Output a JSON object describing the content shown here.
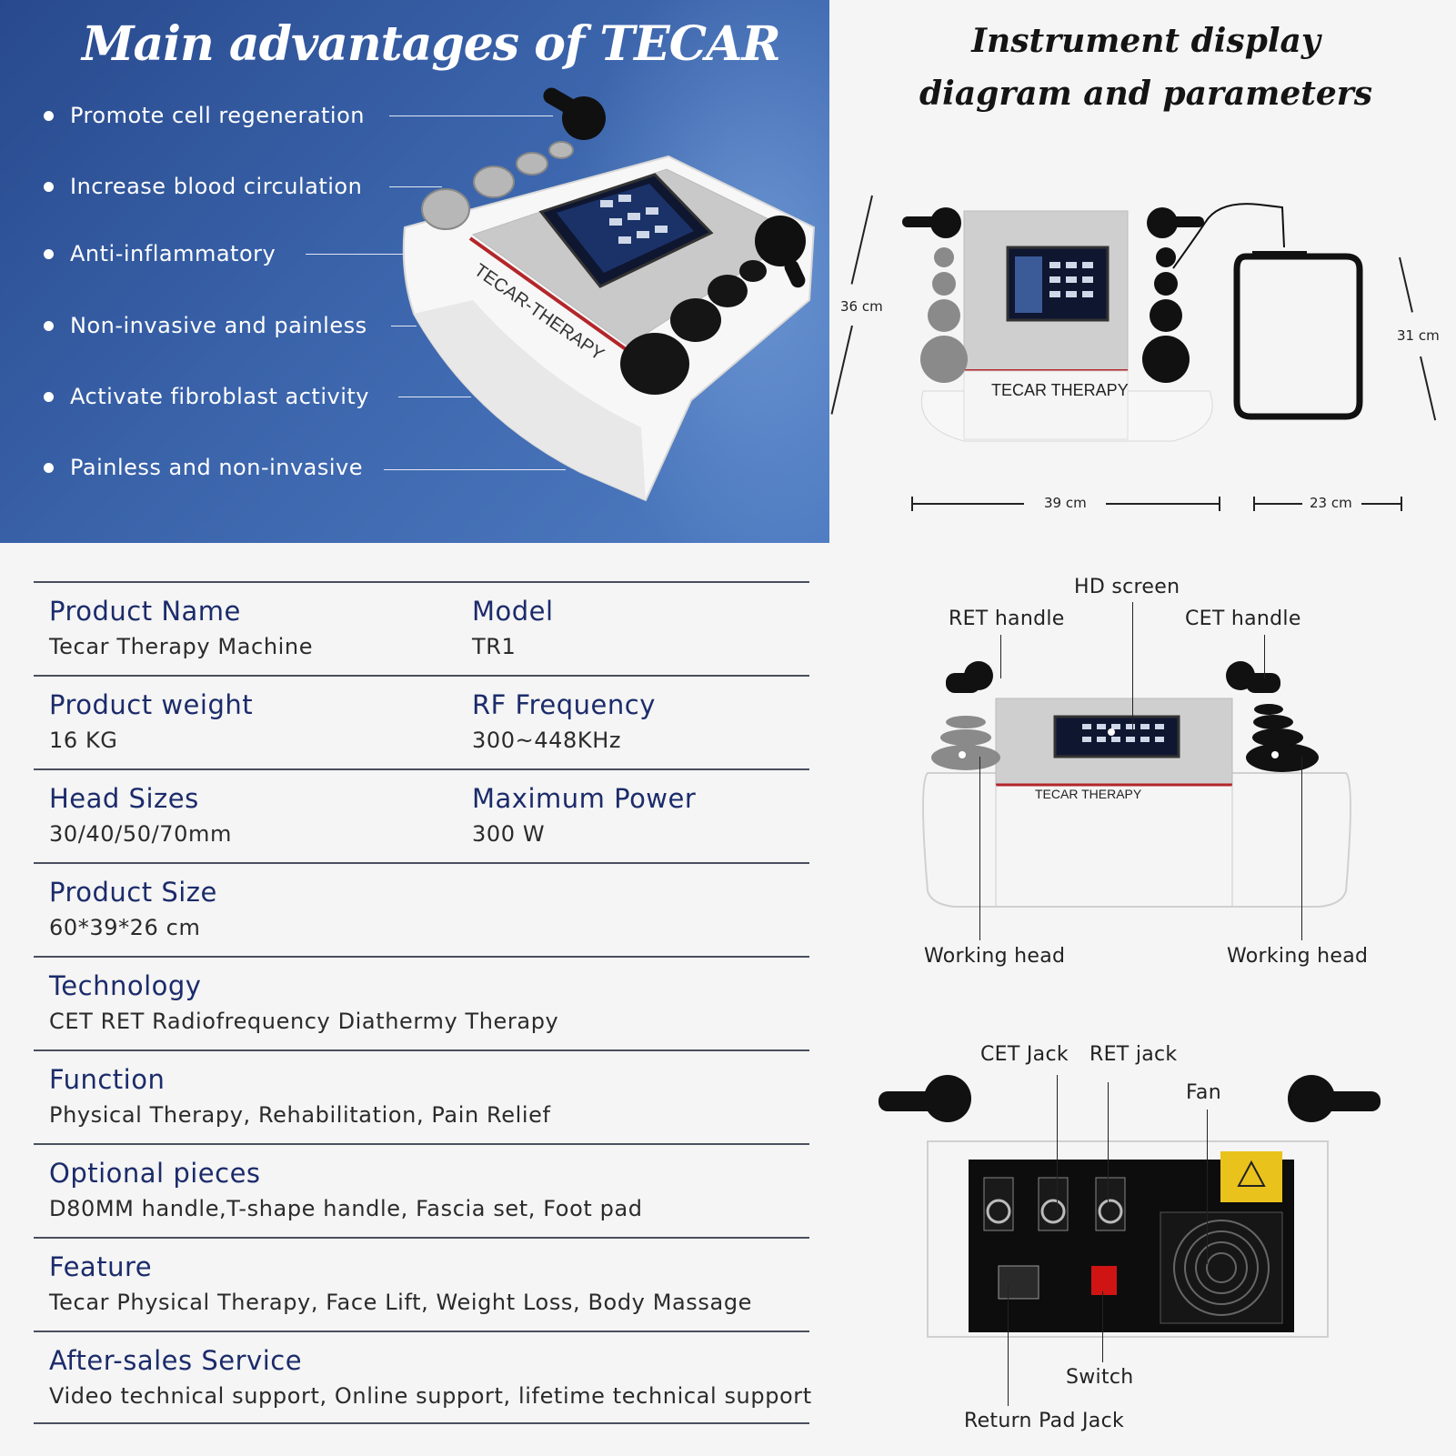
{
  "advantages": {
    "title": "Main advantages of TECAR",
    "items": [
      "Promote cell regeneration",
      "Increase blood circulation",
      "Anti-inflammatory",
      "Non-invasive and painless",
      "Activate fibroblast activity",
      "Painless and non-invasive"
    ],
    "device_brand": "TECAR-THERAPY"
  },
  "instrument": {
    "title_line1": "Instrument display",
    "title_line2": "diagram and parameters",
    "dimensions": {
      "height": "36 cm",
      "width": "39 cm",
      "pad_height": "31 cm",
      "pad_width": "23 cm"
    },
    "front_brand": "TECAR THERAPY"
  },
  "specs": [
    {
      "label": "Product Name",
      "value": "Tecar Therapy Machine",
      "label2": "Model",
      "value2": "TR1"
    },
    {
      "label": "Product weight",
      "value": "16 KG",
      "label2": "RF Frequency",
      "value2": "300~448KHz"
    },
    {
      "label": "Head Sizes",
      "value": "30/40/50/70mm",
      "label2": "Maximum Power",
      "value2": "300 W"
    },
    {
      "label": "Product Size",
      "value": "60*39*26 cm"
    },
    {
      "label": "Technology",
      "value": "CET RET Radiofrequency Diathermy Therapy"
    },
    {
      "label": "Function",
      "value": "Physical Therapy, Rehabilitation, Pain Relief"
    },
    {
      "label": "Optional pieces",
      "value": "D80MM handle,T-shape handle, Fascia set, Foot pad"
    },
    {
      "label": "Feature",
      "value": "Tecar Physical Therapy, Face Lift, Weight Loss, Body Massage"
    },
    {
      "label": "After-sales Service",
      "value": "Video technical support, Online support, lifetime technical support"
    }
  ],
  "front_diagram": {
    "hd_screen": "HD screen",
    "ret_handle": "RET handle",
    "cet_handle": "CET handle",
    "working_head_left": "Working head",
    "working_head_right": "Working head",
    "brand": "TECAR THERAPY"
  },
  "back_diagram": {
    "cet_jack": "CET Jack",
    "ret_jack": "RET jack",
    "fan": "Fan",
    "switch": "Switch",
    "return_pad_jack": "Return Pad Jack"
  },
  "colors": {
    "panel_blue": "#3a63aa",
    "device_white": "#f7f7f7",
    "accent_red": "#b3262a",
    "spec_label": "#1c2b6b"
  }
}
